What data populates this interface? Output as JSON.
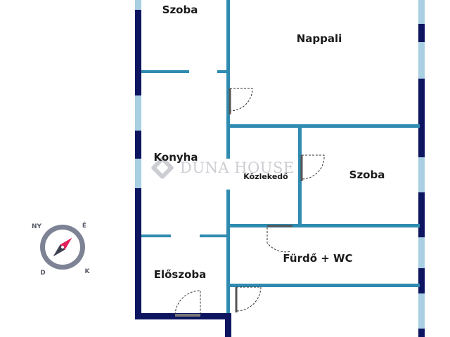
{
  "rooms": {
    "szoba_top": "Szoba",
    "nappali": "Nappali",
    "konyha": "Konyha",
    "kozlekedo": "Közlekedő",
    "szoba_right": "Szoba",
    "furdo": "Fürdő + WC",
    "eloszoba": "Előszoba"
  },
  "watermark": {
    "text": "DUNA HOUSE"
  },
  "compass": {
    "north": "NY",
    "east": "É",
    "south": "D",
    "west": "K"
  },
  "colors": {
    "outer_wall": "#0d1560",
    "inner_wall": "#2f8bb0",
    "window": "#a9cfe3",
    "door_arc": "#333333",
    "watermark": "#c4c6cc",
    "compass_needle": "#e0205a"
  }
}
